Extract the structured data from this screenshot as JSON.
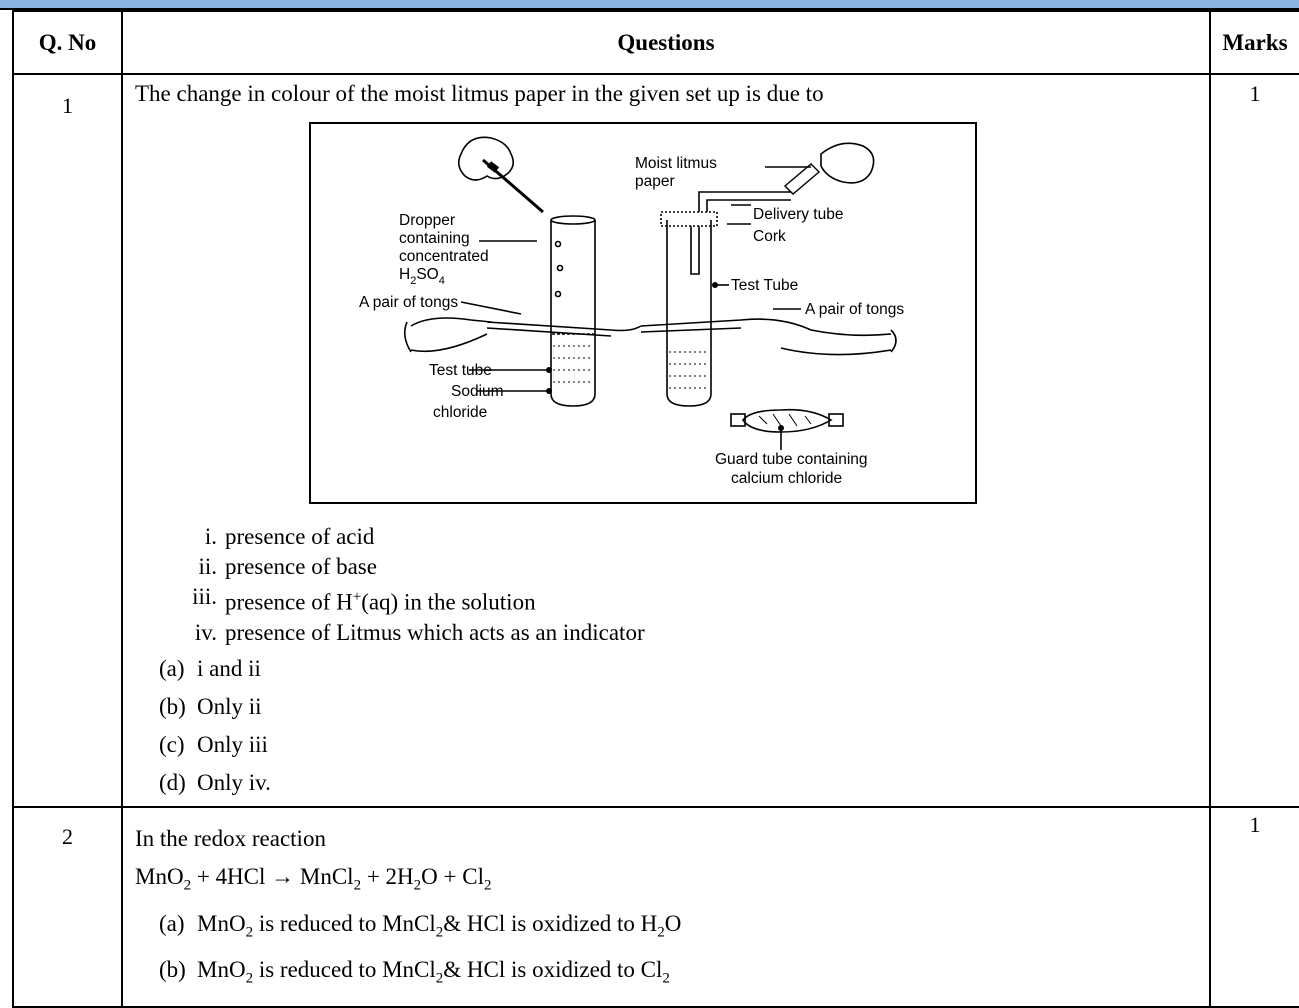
{
  "header": {
    "qno_label": "Q. No",
    "questions_label": "Questions",
    "marks_label": "Marks"
  },
  "q1": {
    "number": "1",
    "marks": "1",
    "stem": "The change in colour of the moist litmus paper in the given set up is due to",
    "figure": {
      "dropper": "Dropper",
      "containing": "containing",
      "concentrated": "concentrated",
      "h2so4_h": "H",
      "h2so4_2": "2",
      "h2so4_so": "SO",
      "h2so4_4": "4",
      "tongs_left": "A pair of tongs",
      "test_tube_left": "Test tube",
      "sodium": "Sodium",
      "chloride": "chloride",
      "moist_litmus": "Moist litmus",
      "paper": "paper",
      "delivery_tube": "Delivery tube",
      "cork": "Cork",
      "test_tube_right": "Test Tube",
      "tongs_right": "A pair of tongs",
      "guard_tube_1": "Guard tube containing",
      "guard_tube_2": "calcium chloride"
    },
    "statements": [
      {
        "num": "i.",
        "text": "presence of acid"
      },
      {
        "num": "ii.",
        "text": "presence of base"
      },
      {
        "num": "iii.",
        "text_a": "presence of H",
        "sup": "+",
        "text_b": "(aq) in the  solution"
      },
      {
        "num": "iv.",
        "text": "presence of Litmus which acts as an indicator"
      }
    ],
    "choices": [
      {
        "label": "(a)",
        "text": "i and ii"
      },
      {
        "label": "(b)",
        "text": "Only ii"
      },
      {
        "label": "(c)",
        "text": "Only iii"
      },
      {
        "label": "(d)",
        "text": "Only iv."
      }
    ]
  },
  "q2": {
    "number": "2",
    "marks": "1",
    "stem": "In the redox reaction",
    "eq": {
      "p1": "MnO",
      "s1": "2",
      "p2": " + 4HCl → MnCl",
      "s2": "2",
      "p3": " + 2H",
      "s3": "2",
      "p4": "O + Cl",
      "s4": "2"
    },
    "choices": [
      {
        "label": "(a)",
        "a1": "MnO",
        "s1": "2",
        "a2": " is reduced to MnCl",
        "s2": "2",
        "a3": "& HCl is oxidized to H",
        "s3": "2",
        "a4": "O"
      },
      {
        "label": "(b)",
        "a1": "MnO",
        "s1": "2",
        "a2": " is reduced to MnCl",
        "s2": "2",
        "a3": "& HCl is oxidized to Cl",
        "s3": "2",
        "a4": ""
      }
    ]
  }
}
